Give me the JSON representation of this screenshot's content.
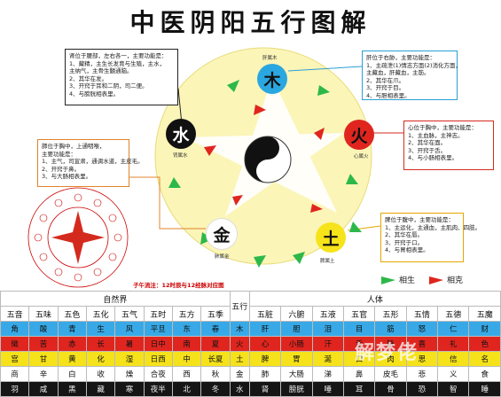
{
  "title": "中医阴阳五行图解",
  "elements": {
    "wood": {
      "char": "木",
      "organ": "肝属木",
      "color": "#2aa7e0"
    },
    "fire": {
      "char": "火",
      "organ": "心属火",
      "color": "#e0251f"
    },
    "earth": {
      "char": "土",
      "organ": "脾属土",
      "color": "#f6e31a"
    },
    "metal": {
      "char": "金",
      "organ": "肺属金",
      "color": "#ffffff"
    },
    "water": {
      "char": "水",
      "organ": "肾属水",
      "color": "#111111"
    }
  },
  "notes": {
    "water": [
      "肾位于腰部，左右各一，主要功能是：",
      "1、藏精，主生长发育与生殖，主水，",
      "   主纳气，主骨生髓通脑。",
      "2、其华在发。",
      "3、开窍于耳和二阴，司二便。",
      "4、与膀胱相表里。"
    ],
    "wood": [
      "肝位于右胁，主要功能是：",
      "1、主疏泄(1)情志方面(2)消化方面，",
      "   主藏血，肝藏血，主筋。",
      "2、其华在爪。",
      "3、开窍于目。",
      "4、与胆相表里。"
    ],
    "fire": [
      "心位于胸中，主要功能是：",
      "1、主血脉，主神志。",
      "2、其华在面。",
      "3、开窍于舌。",
      "4、与小肠相表里。"
    ],
    "earth": [
      "脾位于腹中，主要功能是：",
      "1、主运化，主通血，主肌肉、四肢。",
      "2、其华在唇。",
      "3、开窍于口。",
      "4、与胃相表里。"
    ],
    "metal": [
      "肺位于胸中，上通咽喉，",
      "主要功能是：",
      "1、主气，司宣肃，通调水道，主皮毛。",
      "2、开窍于鼻。",
      "3、与大肠相表里。"
    ]
  },
  "legend": {
    "generate": "相生",
    "restrain": "相克",
    "generate_color": "#2db84a",
    "restrain_color": "#e0251f"
  },
  "clock_caption": "子午流注：12时辰与12经脉对应图",
  "table": {
    "group_left": "自然界",
    "center": "五行",
    "group_right": "人体",
    "headers_left": [
      "五音",
      "五味",
      "五色",
      "五化",
      "五气",
      "五时",
      "五方",
      "五季"
    ],
    "headers_right": [
      "五脏",
      "六腑",
      "五液",
      "五官",
      "五形",
      "五情",
      "五德",
      "五魔"
    ],
    "rows": [
      {
        "left": [
          "角",
          "酸",
          "青",
          "生",
          "风",
          "平旦",
          "东",
          "春"
        ],
        "center": "木",
        "right": [
          "肝",
          "胆",
          "泪",
          "目",
          "筋",
          "怒",
          "仁",
          "财"
        ]
      },
      {
        "left": [
          "徵",
          "苦",
          "赤",
          "长",
          "暑",
          "日中",
          "南",
          "夏"
        ],
        "center": "火",
        "right": [
          "心",
          "小肠",
          "汗",
          "舌",
          "脉",
          "喜",
          "礼",
          "色"
        ]
      },
      {
        "left": [
          "宫",
          "甘",
          "黄",
          "化",
          "湿",
          "日西",
          "中",
          "长夏"
        ],
        "center": "土",
        "right": [
          "脾",
          "胃",
          "涎",
          "口",
          "肉",
          "思",
          "信",
          "名"
        ]
      },
      {
        "left": [
          "商",
          "辛",
          "白",
          "收",
          "燥",
          "合夜",
          "西",
          "秋"
        ],
        "center": "金",
        "right": [
          "肺",
          "大肠",
          "涕",
          "鼻",
          "皮毛",
          "悲",
          "义",
          "食"
        ]
      },
      {
        "left": [
          "羽",
          "咸",
          "黑",
          "藏",
          "寒",
          "夜半",
          "北",
          "冬"
        ],
        "center": "水",
        "right": [
          "肾",
          "膀胱",
          "唾",
          "耳",
          "骨",
          "恐",
          "智",
          "睡"
        ]
      }
    ]
  },
  "watermark": "解梦佬"
}
